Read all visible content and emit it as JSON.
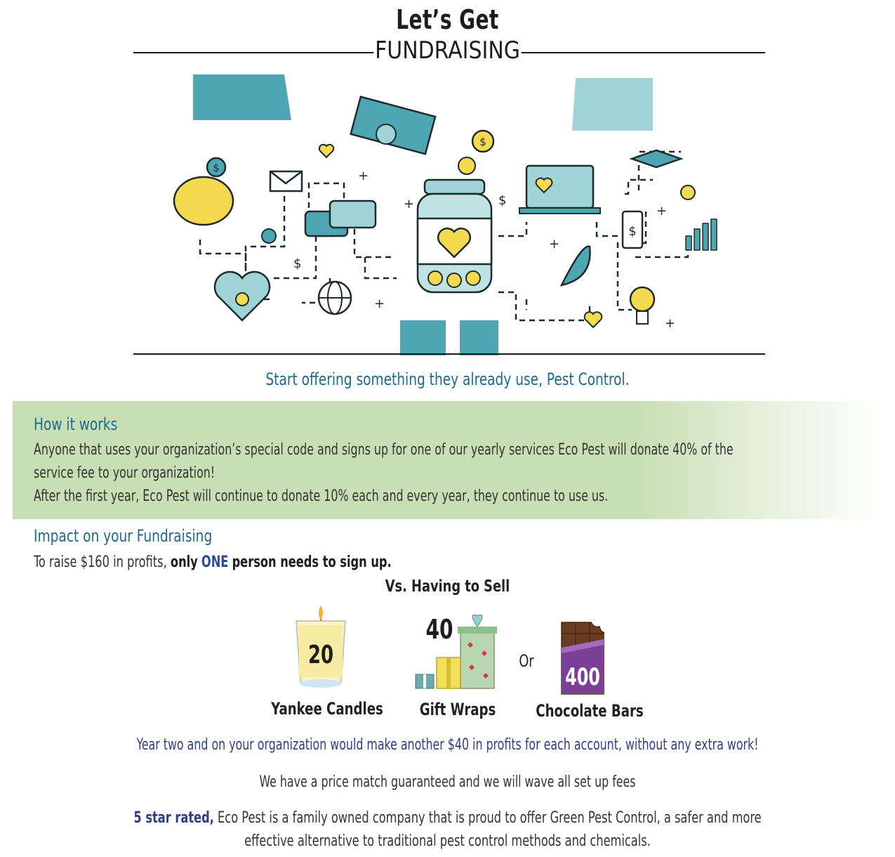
{
  "header": {
    "title": "Let’s Get",
    "subtitle": "FUNDRAISING"
  },
  "tagline": "Start offering something they already use, Pest Control.",
  "how_it_works": {
    "heading": "How it works",
    "line1": "Anyone that uses your organization’s special code and signs up for one of our yearly services Eco Pest will donate 40% of the",
    "line2": "service fee to your organization!",
    "line3": "After the first year, Eco Pest will continue to donate 10% each and every year, they continue to use us."
  },
  "impact": {
    "heading": "Impact on your Fundraising",
    "intro": "To raise $160 in profits,",
    "emph1": "only",
    "emph_one": "ONE",
    "emph2": "person needs to sign up."
  },
  "comparison": {
    "vs_label": "Vs. Having to Sell",
    "or_label": "Or",
    "items": [
      {
        "count": "20",
        "label": "Yankee Candles",
        "icon": "candle-icon"
      },
      {
        "count": "40",
        "label": "Gift Wraps",
        "icon": "gift-icon"
      },
      {
        "count": "400",
        "label": "Chocolate Bars",
        "icon": "chocolate-bar-icon"
      }
    ]
  },
  "year_two": "Year two and on your organization would make another $40 in profits for each account, without any extra work!",
  "price_match": "We have a price match guaranteed and we will wave all set up fees",
  "rated": {
    "bold": "5 star rated,",
    "rest": " Eco Pest is a family owned company that is proud to offer Green Pest Control, a safer and more effective alternative to traditional pest control methods and chemicals."
  },
  "colors": {
    "teal": "#4fa6b3",
    "light_teal": "#9fd4d6",
    "yellow": "#f5d94e",
    "band_green": "#c8dfb4",
    "heading_blue": "#1a6b8f",
    "navy": "#2e3f86"
  }
}
